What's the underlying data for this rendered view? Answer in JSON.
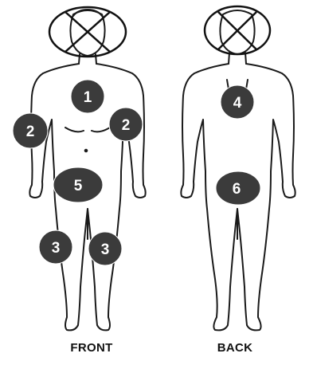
{
  "figures": {
    "front": {
      "label": "FRONT"
    },
    "back": {
      "label": "BACK"
    }
  },
  "markers": [
    {
      "id": "front-chest",
      "number": "1"
    },
    {
      "id": "front-right-arm",
      "number": "2"
    },
    {
      "id": "front-left-arm",
      "number": "2"
    },
    {
      "id": "front-right-leg",
      "number": "3"
    },
    {
      "id": "front-left-leg",
      "number": "3"
    },
    {
      "id": "back-upper",
      "number": "4"
    },
    {
      "id": "front-groin",
      "number": "5"
    },
    {
      "id": "back-buttocks",
      "number": "6"
    }
  ],
  "colors": {
    "marker_fill": "#3b3b3b",
    "marker_text": "#ffffff",
    "outline": "#1a1a1a"
  }
}
